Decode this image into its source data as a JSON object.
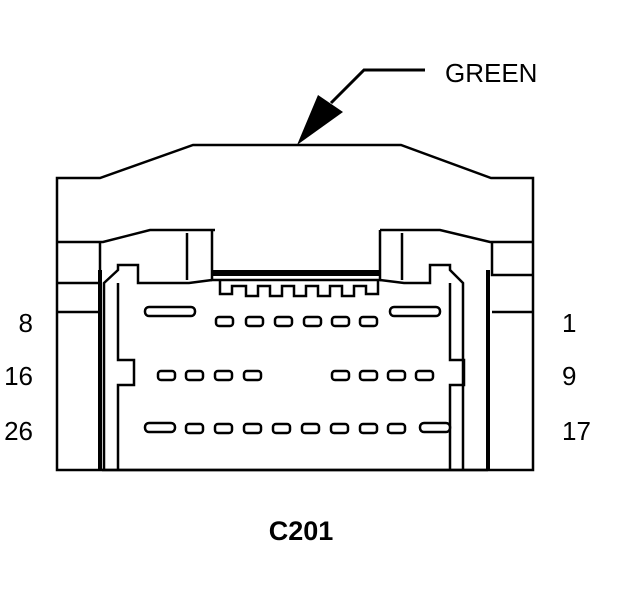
{
  "diagram": {
    "color_label": "GREEN",
    "connector_id": "C201",
    "rows": [
      {
        "left_pin": "8",
        "right_pin": "1"
      },
      {
        "left_pin": "16",
        "right_pin": "9"
      },
      {
        "left_pin": "26",
        "right_pin": "17"
      }
    ]
  },
  "colors": {
    "line": "#000000",
    "background": "#ffffff"
  }
}
